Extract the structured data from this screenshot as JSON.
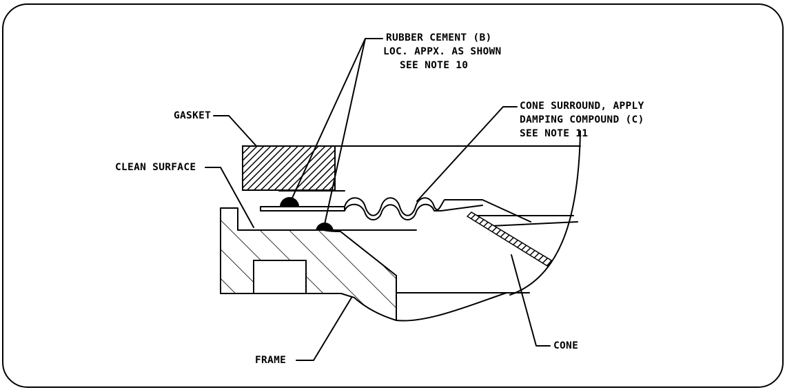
{
  "labels": {
    "rubber_cement": [
      "RUBBER CEMENT (B)",
      "LOC. APPX. AS SHOWN",
      "SEE NOTE 10"
    ],
    "cone_surround": [
      "CONE SURROUND, APPLY",
      "DAMPING COMPOUND (C)",
      "SEE NOTE 11"
    ],
    "gasket": "GASKET",
    "clean_surface": "CLEAN SURFACE",
    "frame": "FRAME",
    "cone": "CONE"
  }
}
